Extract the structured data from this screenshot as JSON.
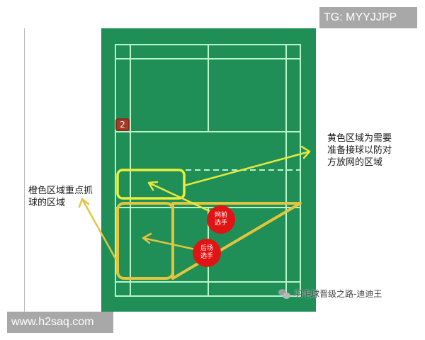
{
  "watermarks": {
    "top_right": "TG: MYYJJPP",
    "bottom_left": "www.h2saq.com",
    "account": "羽毛球晋级之路-迪迪王"
  },
  "court": {
    "background_color": "#1f8f57",
    "line_color": "#b8f5c8",
    "position_badge": "2"
  },
  "players": {
    "net_player": {
      "line1": "网前",
      "line2": "选手",
      "color": "#e01414"
    },
    "back_player": {
      "line1": "后场",
      "line2": "选手",
      "color": "#e01414"
    }
  },
  "annotations": {
    "yellow_zone": "黄色区域为需要准备接球以防对方放网的区域",
    "yellow_zone_lines": [
      "黄色区域为需要",
      "准备接球以防对",
      "方放网的区域"
    ],
    "orange_zone_lines": [
      "橙色区域重点抓",
      "球的区域"
    ],
    "orange_zone": "橙色区域重点抓球的区域"
  },
  "colors": {
    "yellow_zone": "#e8f03a",
    "orange_zone": "#e0c13a",
    "arrow_yellow": "#e6e83c",
    "arrow_orange": "#e2c53e"
  }
}
